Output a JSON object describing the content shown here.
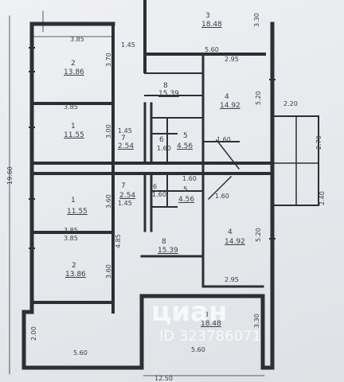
{
  "rooms": {
    "top": {
      "number": "3",
      "area": "18.48"
    },
    "r2_top": {
      "number": "2",
      "area": "13.86"
    },
    "r1_top": {
      "number": "1",
      "area": "11.55"
    },
    "hall_top": {
      "number": "8",
      "area": "15.39"
    },
    "r4_top": {
      "number": "4",
      "area": "14.92"
    },
    "r7_top": {
      "number": "7",
      "area": "2.54"
    },
    "r6_top": {
      "number": "6",
      "area": "1.60"
    },
    "r5_top": {
      "number": "5",
      "area": "4.56"
    },
    "r1_bot": {
      "number": "1",
      "area": "11.55"
    },
    "r7_bot": {
      "number": "7",
      "area": "2.54"
    },
    "r6_bot": {
      "number": "6",
      "area": "1.60"
    },
    "r5_bot": {
      "number": "5",
      "area": "4.56"
    },
    "r4_bot": {
      "number": "4",
      "area": "14.92"
    },
    "hall_bot": {
      "number": "8",
      "area": "15.39"
    },
    "r2_bot": {
      "number": "2",
      "area": "13.86"
    },
    "bottom": {
      "number": "3",
      "area": "18.48"
    }
  },
  "dims": {
    "d385_top": "3.85",
    "d145": "1.45",
    "d295_top": "2.95",
    "d560_top": "5.60",
    "d220": "2.20",
    "d385_a": "3.85",
    "d385_b": "3.85",
    "d385_c": "3.85",
    "d160_a": "1.60",
    "d160_b": "1.60",
    "d160_c": "1.60",
    "d145_b": "1.45",
    "d145_c": "1.45",
    "d295_bot": "2.95",
    "d560_left": "5.60",
    "d560_bot": "5.60",
    "d1250": "12.50",
    "d1960": "19.60",
    "v300": "3.00",
    "v370": "3.70",
    "v360_a": "3.60",
    "v360_b": "3.60",
    "v485": "4.85",
    "v520_a": "5.20",
    "v520_b": "5.20",
    "v330_a": "3.30",
    "v330_b": "3.30",
    "v270": "2.70",
    "v240": "2.40",
    "v200": "2.00"
  },
  "watermark": {
    "brand": "циан",
    "id": "ID 323786071"
  }
}
